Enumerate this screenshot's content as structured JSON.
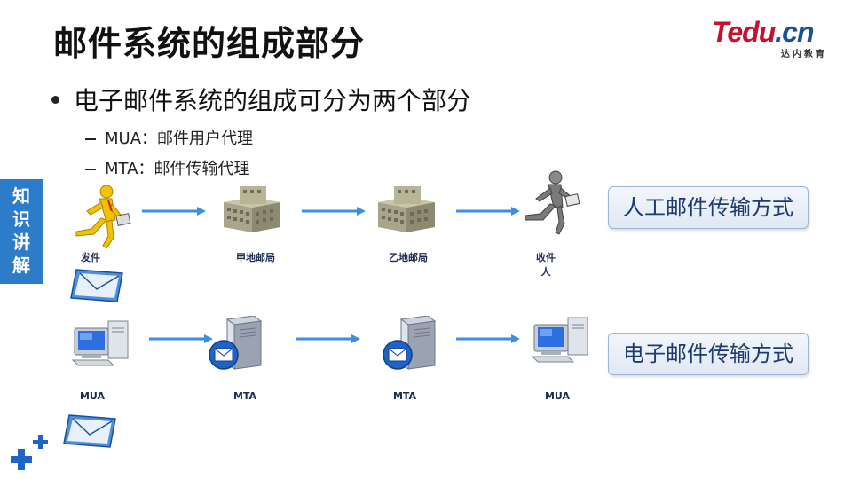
{
  "slide": {
    "title": "邮件系统的组成部分",
    "bullet": "电子邮件系统的组成可分为两个部分",
    "sub_items": [
      "MUA：邮件用户代理",
      "MTA：邮件传输代理"
    ]
  },
  "logo": {
    "main": "Tedu",
    "accent": ".cn",
    "sub": "达内教育"
  },
  "sidebar": {
    "chars": [
      "知",
      "识",
      "讲",
      "解"
    ]
  },
  "row_manual": {
    "labels": [
      "发件",
      "甲地邮局",
      "乙地邮局",
      "收件"
    ],
    "label_second_line_4": "人",
    "method": "人工邮件传输方式"
  },
  "row_electronic": {
    "labels": [
      "MUA",
      "MTA",
      "MTA",
      "MUA"
    ],
    "method": "电子邮件传输方式"
  },
  "colors": {
    "arrow": "#3a8fe0",
    "sidebar": "#2c7cc9",
    "brand_red": "#c8102e",
    "brand_blue": "#1a4f9c"
  }
}
